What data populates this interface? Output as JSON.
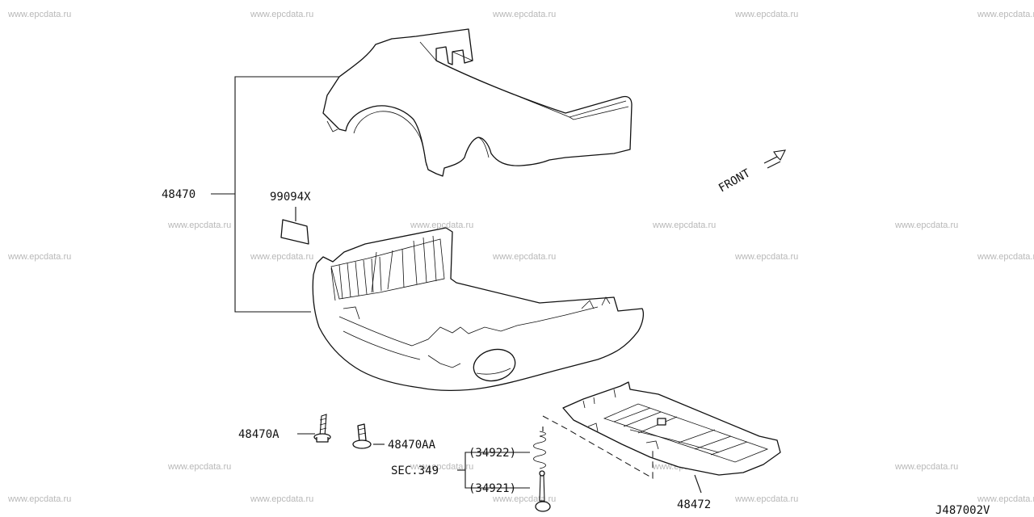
{
  "diagram": {
    "watermark_text": "www.epcdata.ru",
    "direction_label": "FRONT",
    "diagram_code": "J487002V",
    "section_ref": "SEC.349",
    "callouts": {
      "shroud_assembly": "48470",
      "label_sticker": "99094X",
      "screw_a": "48470A",
      "screw_aa": "48470AA",
      "lower_cover": "48472",
      "spring": "(34922)",
      "pin": "(34921)"
    }
  }
}
